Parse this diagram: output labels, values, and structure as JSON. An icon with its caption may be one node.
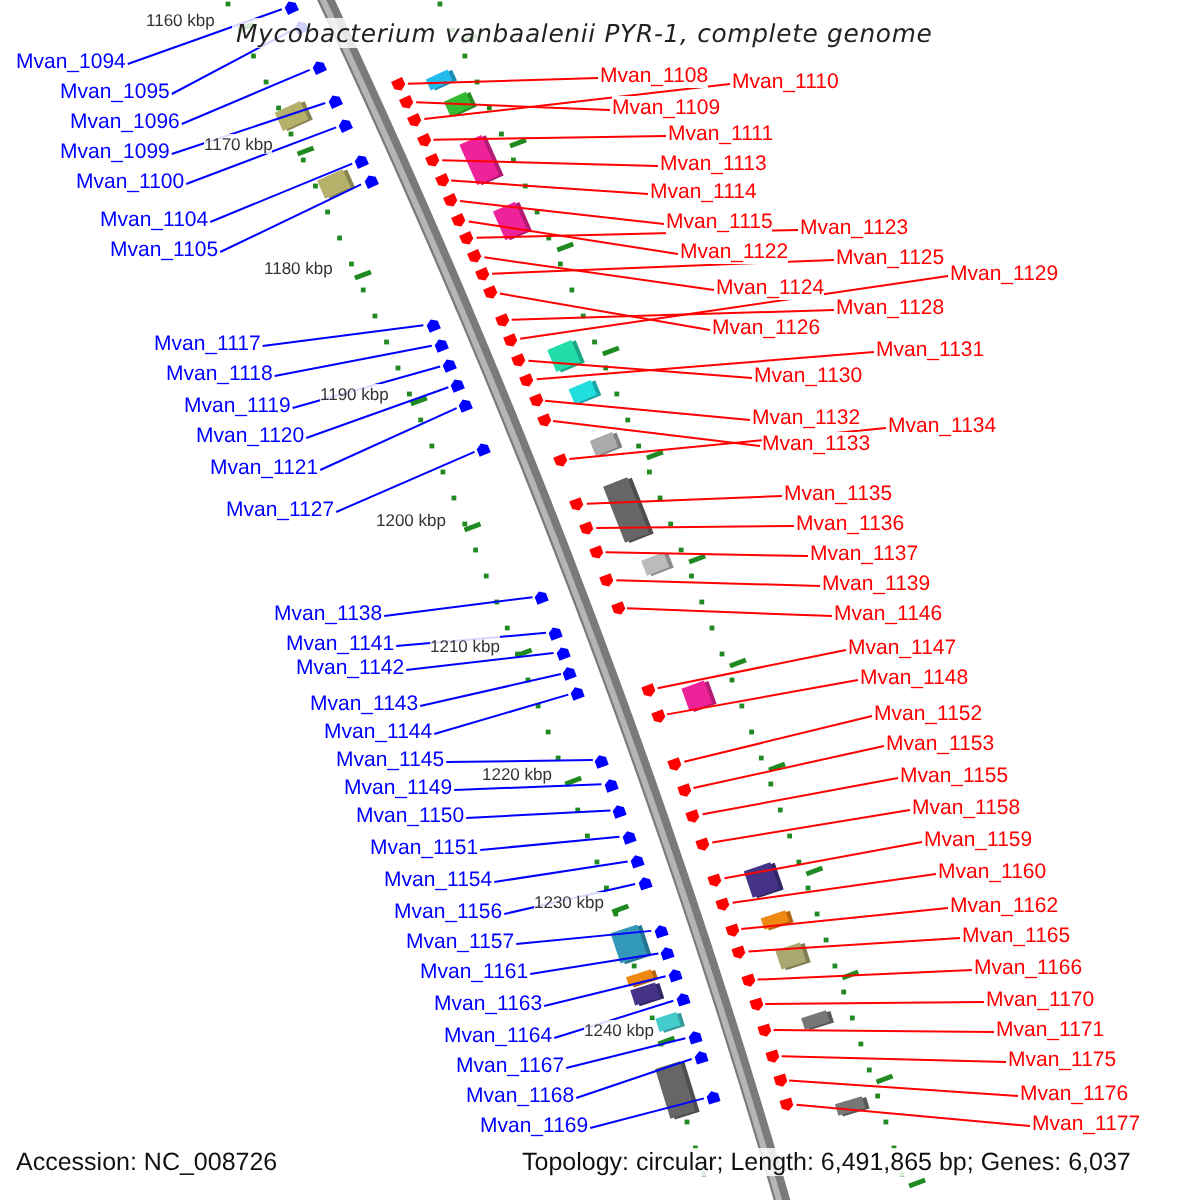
{
  "diagram": {
    "title": "Mycobacterium vanbaalenii PYR-1, complete genome",
    "nodes": [
      {
        "text": [
          "Mvan_1094"
        ]
      },
      {
        "text": [
          "Mvan_1095"
        ]
      },
      {
        "text": [
          "Mvan_1096"
        ]
      },
      {
        "text": [
          "Mvan_1099"
        ]
      },
      {
        "text": [
          "Mvan_1100"
        ]
      },
      {
        "text": [
          "Mvan_1104"
        ]
      },
      {
        "text": [
          "Mvan_1105"
        ]
      },
      {
        "text": [
          "Mvan_1117"
        ]
      },
      {
        "text": [
          "Mvan_1118"
        ]
      },
      {
        "text": [
          "Mvan_1119"
        ]
      },
      {
        "text": [
          "Mvan_1120"
        ]
      },
      {
        "text": [
          "Mvan_1121"
        ]
      },
      {
        "text": [
          "Mvan_1127"
        ]
      },
      {
        "text": [
          "Mvan_1138"
        ]
      },
      {
        "text": [
          "Mvan_1141"
        ]
      },
      {
        "text": [
          "Mvan_1142"
        ]
      },
      {
        "text": [
          "Mvan_1143"
        ]
      },
      {
        "text": [
          "Mvan_1144"
        ]
      },
      {
        "text": [
          "Mvan_1145"
        ]
      },
      {
        "text": [
          "Mvan_1149"
        ]
      },
      {
        "text": [
          "Mvan_1150"
        ]
      },
      {
        "text": [
          "Mvan_1151"
        ]
      },
      {
        "text": [
          "Mvan_1154"
        ]
      },
      {
        "text": [
          "Mvan_1156"
        ]
      },
      {
        "text": [
          "Mvan_1157"
        ]
      },
      {
        "text": [
          "Mvan_1161"
        ]
      },
      {
        "text": [
          "Mvan_1163"
        ]
      },
      {
        "text": [
          "Mvan_1164"
        ]
      },
      {
        "text": [
          "Mvan_1167"
        ]
      },
      {
        "text": [
          "Mvan_1168"
        ]
      },
      {
        "text": [
          "Mvan_1169"
        ]
      },
      {
        "text": [
          "Mvan_1108"
        ]
      },
      {
        "text": [
          "Mvan_1110"
        ]
      },
      {
        "text": [
          "Mvan_1109"
        ]
      },
      {
        "text": [
          "Mvan_1111"
        ]
      },
      {
        "text": [
          "Mvan_1113"
        ]
      },
      {
        "text": [
          "Mvan_1114"
        ]
      },
      {
        "text": [
          "Mvan_1115"
        ]
      },
      {
        "text": [
          "Mvan_1123"
        ]
      },
      {
        "text": [
          "Mvan_1122"
        ]
      },
      {
        "text": [
          "Mvan_1125"
        ]
      },
      {
        "text": [
          "Mvan_1124"
        ]
      },
      {
        "text": [
          "Mvan_1129"
        ]
      },
      {
        "text": [
          "Mvan_1128"
        ]
      },
      {
        "text": [
          "Mvan_1126"
        ]
      },
      {
        "text": [
          "Mvan_1131"
        ]
      },
      {
        "text": [
          "Mvan_1130"
        ]
      },
      {
        "text": [
          "Mvan_1132"
        ]
      },
      {
        "text": [
          "Mvan_1134"
        ]
      },
      {
        "text": [
          "Mvan_1133"
        ]
      },
      {
        "text": [
          "Mvan_1135"
        ]
      },
      {
        "text": [
          "Mvan_1136"
        ]
      },
      {
        "text": [
          "Mvan_1137"
        ]
      },
      {
        "text": [
          "Mvan_1139"
        ]
      },
      {
        "text": [
          "Mvan_1146"
        ]
      },
      {
        "text": [
          "Mvan_1147"
        ]
      },
      {
        "text": [
          "Mvan_1148"
        ]
      },
      {
        "text": [
          "Mvan_1152"
        ]
      },
      {
        "text": [
          "Mvan_1153"
        ]
      },
      {
        "text": [
          "Mvan_1155"
        ]
      },
      {
        "text": [
          "Mvan_1158"
        ]
      },
      {
        "text": [
          "Mvan_1159"
        ]
      },
      {
        "text": [
          "Mvan_1160"
        ]
      },
      {
        "text": [
          "Mvan_1162"
        ]
      },
      {
        "text": [
          "Mvan_1165"
        ]
      },
      {
        "text": [
          "Mvan_1166"
        ]
      },
      {
        "text": [
          "Mvan_1170"
        ]
      },
      {
        "text": [
          "Mvan_1171"
        ]
      },
      {
        "text": [
          "Mvan_1175"
        ]
      },
      {
        "text": [
          "Mvan_1176"
        ]
      },
      {
        "text": [
          "Mvan_1177"
        ]
      },
      {
        "text": [],
        "shape": "arrow"
      },
      {
        "text": [],
        "shape": "arrow"
      },
      {
        "text": [],
        "shape": "arrow"
      },
      {
        "text": [],
        "shape": "arrow"
      },
      {
        "text": [],
        "shape": "arrow"
      },
      {
        "text": [],
        "shape": "arrow"
      },
      {
        "text": [],
        "shape": "arrow"
      },
      {
        "text": [],
        "shape": "arrow"
      },
      {
        "text": [],
        "shape": "arrow"
      },
      {
        "text": [],
        "shape": "arrow"
      },
      {
        "text": [],
        "shape": "arrow"
      },
      {
        "text": [],
        "shape": "arrow"
      },
      {
        "text": [],
        "shape": "arrow"
      },
      {
        "text": [],
        "shape": "arrow"
      },
      {
        "text": [],
        "shape": "arrow"
      },
      {
        "text": [],
        "shape": "arrow"
      },
      {
        "text": [],
        "shape": "arrow"
      },
      {
        "text": [],
        "shape": "arrow"
      },
      {
        "text": [],
        "shape": "arrow"
      },
      {
        "text": [],
        "shape": "arrow"
      },
      {
        "text": [],
        "shape": "arrow"
      },
      {
        "text": [],
        "shape": "arrow"
      },
      {
        "text": [],
        "shape": "arrow"
      },
      {
        "text": [],
        "shape": "arrow"
      },
      {
        "text": [],
        "shape": "arrow"
      },
      {
        "text": [],
        "shape": "arrow"
      },
      {
        "text": [],
        "shape": "arrow"
      },
      {
        "text": [],
        "shape": "arrow"
      },
      {
        "text": [],
        "shape": "arrow"
      },
      {
        "text": [],
        "shape": "arrow"
      },
      {
        "text": [],
        "shape": "arrow"
      },
      {
        "text": [],
        "shape": "arrow"
      },
      {
        "text": [],
        "shape": "arrow"
      },
      {
        "text": [],
        "shape": "arrow"
      },
      {
        "text": [],
        "shape": "arrow"
      },
      {
        "text": [],
        "shape": "arrow"
      },
      {
        "text": [],
        "shape": "arrow"
      },
      {
        "text": [],
        "shape": "arrow"
      },
      {
        "text": [],
        "shape": "arrow"
      },
      {
        "text": [],
        "shape": "arrow"
      },
      {
        "text": [],
        "shape": "arrow"
      },
      {
        "text": [],
        "shape": "arrow"
      },
      {
        "text": [],
        "shape": "arrow"
      },
      {
        "text": [],
        "shape": "arrow"
      },
      {
        "text": [],
        "shape": "arrow"
      },
      {
        "text": [],
        "shape": "arrow"
      },
      {
        "text": [],
        "shape": "arrow"
      },
      {
        "text": [],
        "shape": "arrow"
      },
      {
        "text": [],
        "shape": "arrow"
      },
      {
        "text": [],
        "shape": "arrow"
      },
      {
        "text": [],
        "shape": "arrow"
      },
      {
        "text": [],
        "shape": "arrow"
      },
      {
        "text": [],
        "shape": "arrow"
      },
      {
        "text": [],
        "shape": "arrow"
      },
      {
        "text": [],
        "shape": "arrow"
      },
      {
        "text": [],
        "shape": "arrow"
      },
      {
        "text": [],
        "shape": "arrow"
      },
      {
        "text": [],
        "shape": "arrow"
      },
      {
        "text": [],
        "shape": "arrow"
      },
      {
        "text": [],
        "shape": "arrow"
      },
      {
        "text": [],
        "shape": "arrow"
      },
      {
        "text": [],
        "shape": "arrow"
      },
      {
        "text": [],
        "shape": "arrow"
      },
      {
        "text": [],
        "shape": "arrow"
      },
      {
        "text": [],
        "shape": "arrow"
      },
      {
        "text": [],
        "shape": "arrow"
      },
      {
        "text": [],
        "shape": "arrow"
      },
      {
        "text": [],
        "shape": "arrow"
      },
      {
        "text": [],
        "shape": "arrow"
      },
      {
        "text": [],
        "shape": "arrow"
      },
      {
        "text": [],
        "shape": "arrow"
      }
    ],
    "edges": [
      {
        "from": 0,
        "to": 71,
        "arrow": "none",
        "color": "#0000ff"
      },
      {
        "from": 1,
        "to": 72,
        "arrow": "none",
        "color": "#0000ff"
      },
      {
        "from": 2,
        "to": 73,
        "arrow": "none",
        "color": "#0000ff"
      },
      {
        "from": 3,
        "to": 74,
        "arrow": "none",
        "color": "#0000ff"
      },
      {
        "from": 4,
        "to": 75,
        "arrow": "none",
        "color": "#0000ff"
      },
      {
        "from": 5,
        "to": 76,
        "arrow": "none",
        "color": "#0000ff"
      },
      {
        "from": 6,
        "to": 77,
        "arrow": "none",
        "color": "#0000ff"
      },
      {
        "from": 7,
        "to": 78,
        "arrow": "none",
        "color": "#0000ff"
      },
      {
        "from": 8,
        "to": 79,
        "arrow": "none",
        "color": "#0000ff"
      },
      {
        "from": 9,
        "to": 80,
        "arrow": "none",
        "color": "#0000ff"
      },
      {
        "from": 10,
        "to": 81,
        "arrow": "none",
        "color": "#0000ff"
      },
      {
        "from": 11,
        "to": 82,
        "arrow": "none",
        "color": "#0000ff"
      },
      {
        "from": 12,
        "to": 83,
        "arrow": "none",
        "color": "#0000ff"
      },
      {
        "from": 13,
        "to": 84,
        "arrow": "none",
        "color": "#0000ff"
      },
      {
        "from": 14,
        "to": 85,
        "arrow": "none",
        "color": "#0000ff"
      },
      {
        "from": 15,
        "to": 86,
        "arrow": "none",
        "color": "#0000ff"
      },
      {
        "from": 16,
        "to": 87,
        "arrow": "none",
        "color": "#0000ff"
      },
      {
        "from": 17,
        "to": 88,
        "arrow": "none",
        "color": "#0000ff"
      },
      {
        "from": 18,
        "to": 89,
        "arrow": "none",
        "color": "#0000ff"
      },
      {
        "from": 19,
        "to": 90,
        "arrow": "none",
        "color": "#0000ff"
      },
      {
        "from": 20,
        "to": 91,
        "arrow": "none",
        "color": "#0000ff"
      },
      {
        "from": 21,
        "to": 92,
        "arrow": "none",
        "color": "#0000ff"
      },
      {
        "from": 22,
        "to": 93,
        "arrow": "none",
        "color": "#0000ff"
      },
      {
        "from": 23,
        "to": 94,
        "arrow": "none",
        "color": "#0000ff"
      },
      {
        "from": 24,
        "to": 95,
        "arrow": "none",
        "color": "#0000ff"
      },
      {
        "from": 25,
        "to": 96,
        "arrow": "none",
        "color": "#0000ff"
      },
      {
        "from": 26,
        "to": 97,
        "arrow": "none",
        "color": "#0000ff"
      },
      {
        "from": 27,
        "to": 98,
        "arrow": "none",
        "color": "#0000ff"
      },
      {
        "from": 28,
        "to": 99,
        "arrow": "none",
        "color": "#0000ff"
      },
      {
        "from": 29,
        "to": 100,
        "arrow": "none",
        "color": "#0000ff"
      },
      {
        "from": 30,
        "to": 101,
        "arrow": "none",
        "color": "#0000ff"
      },
      {
        "from": 31,
        "to": 102,
        "arrow": "none"
      },
      {
        "from": 32,
        "to": 103,
        "arrow": "none"
      },
      {
        "from": 33,
        "to": 104,
        "arrow": "none"
      },
      {
        "from": 34,
        "to": 105,
        "arrow": "none"
      },
      {
        "from": 35,
        "to": 106,
        "arrow": "none"
      },
      {
        "from": 36,
        "to": 107,
        "arrow": "none"
      },
      {
        "from": 37,
        "to": 108,
        "arrow": "none"
      },
      {
        "from": 38,
        "to": 109,
        "arrow": "none"
      },
      {
        "from": 39,
        "to": 110,
        "arrow": "none"
      },
      {
        "from": 40,
        "to": 111,
        "arrow": "none"
      },
      {
        "from": 41,
        "to": 112,
        "arrow": "none"
      },
      {
        "from": 42,
        "to": 113,
        "arrow": "none"
      },
      {
        "from": 43,
        "to": 114,
        "arrow": "none"
      },
      {
        "from": 44,
        "to": 115,
        "arrow": "none"
      },
      {
        "from": 45,
        "to": 116,
        "arrow": "none"
      },
      {
        "from": 46,
        "to": 117,
        "arrow": "none"
      },
      {
        "from": 47,
        "to": 118,
        "arrow": "none"
      },
      {
        "from": 48,
        "to": 119,
        "arrow": "none"
      },
      {
        "from": 49,
        "to": 120,
        "arrow": "none"
      },
      {
        "from": 50,
        "to": 121,
        "arrow": "none"
      },
      {
        "from": 51,
        "to": 122,
        "arrow": "none"
      },
      {
        "from": 52,
        "to": 123,
        "arrow": "none"
      },
      {
        "from": 53,
        "to": 124,
        "arrow": "none"
      },
      {
        "from": 54,
        "to": 125,
        "arrow": "none"
      },
      {
        "from": 55,
        "to": 126,
        "arrow": "none"
      },
      {
        "from": 56,
        "to": 127,
        "arrow": "none"
      },
      {
        "from": 57,
        "to": 128,
        "arrow": "none"
      },
      {
        "from": 58,
        "to": 129,
        "arrow": "none"
      },
      {
        "from": 59,
        "to": 130,
        "arrow": "none"
      },
      {
        "from": 60,
        "to": 131,
        "arrow": "none"
      },
      {
        "from": 61,
        "to": 132,
        "arrow": "none"
      },
      {
        "from": 62,
        "to": 133,
        "arrow": "none"
      },
      {
        "from": 63,
        "to": 134,
        "arrow": "none"
      },
      {
        "from": 64,
        "to": 135,
        "arrow": "none"
      },
      {
        "from": 65,
        "to": 136,
        "arrow": "none"
      },
      {
        "from": 66,
        "to": 137,
        "arrow": "none"
      },
      {
        "from": 67,
        "to": 138,
        "arrow": "none"
      },
      {
        "from": 68,
        "to": 139,
        "arrow": "none"
      },
      {
        "from": 69,
        "to": 140,
        "arrow": "none"
      },
      {
        "from": 70,
        "to": 141,
        "arrow": "none"
      }
    ],
    "labels": [
      "1160 kbp",
      "1170 kbp",
      "1180 kbp",
      "1190 kbp",
      "1200 kbp",
      "1210 kbp",
      "1220 kbp",
      "1230 kbp",
      "1240 kbp",
      "Accession: NC_008726",
      "Topology: circular; Length: 6,491,865 bp; Genes: 6,037"
    ]
  }
}
